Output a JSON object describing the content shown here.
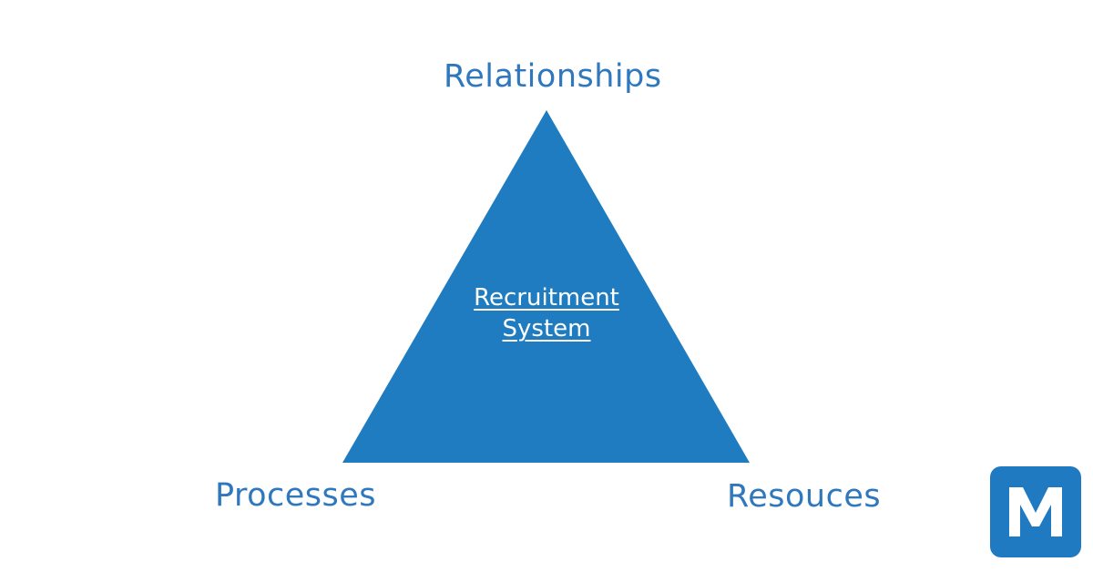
{
  "diagram": {
    "vertices": {
      "top": "Relationships",
      "bottom_left": "Processes",
      "bottom_right": "Resouces"
    },
    "center": {
      "line1": "Recruitment",
      "line2": "System"
    }
  },
  "colors": {
    "triangle": "#1f7cc0",
    "label_text": "#2f78bd",
    "logo_bg": "#1f7ac1"
  },
  "logo": {
    "text": "M",
    "icon": "m-logo-icon"
  }
}
